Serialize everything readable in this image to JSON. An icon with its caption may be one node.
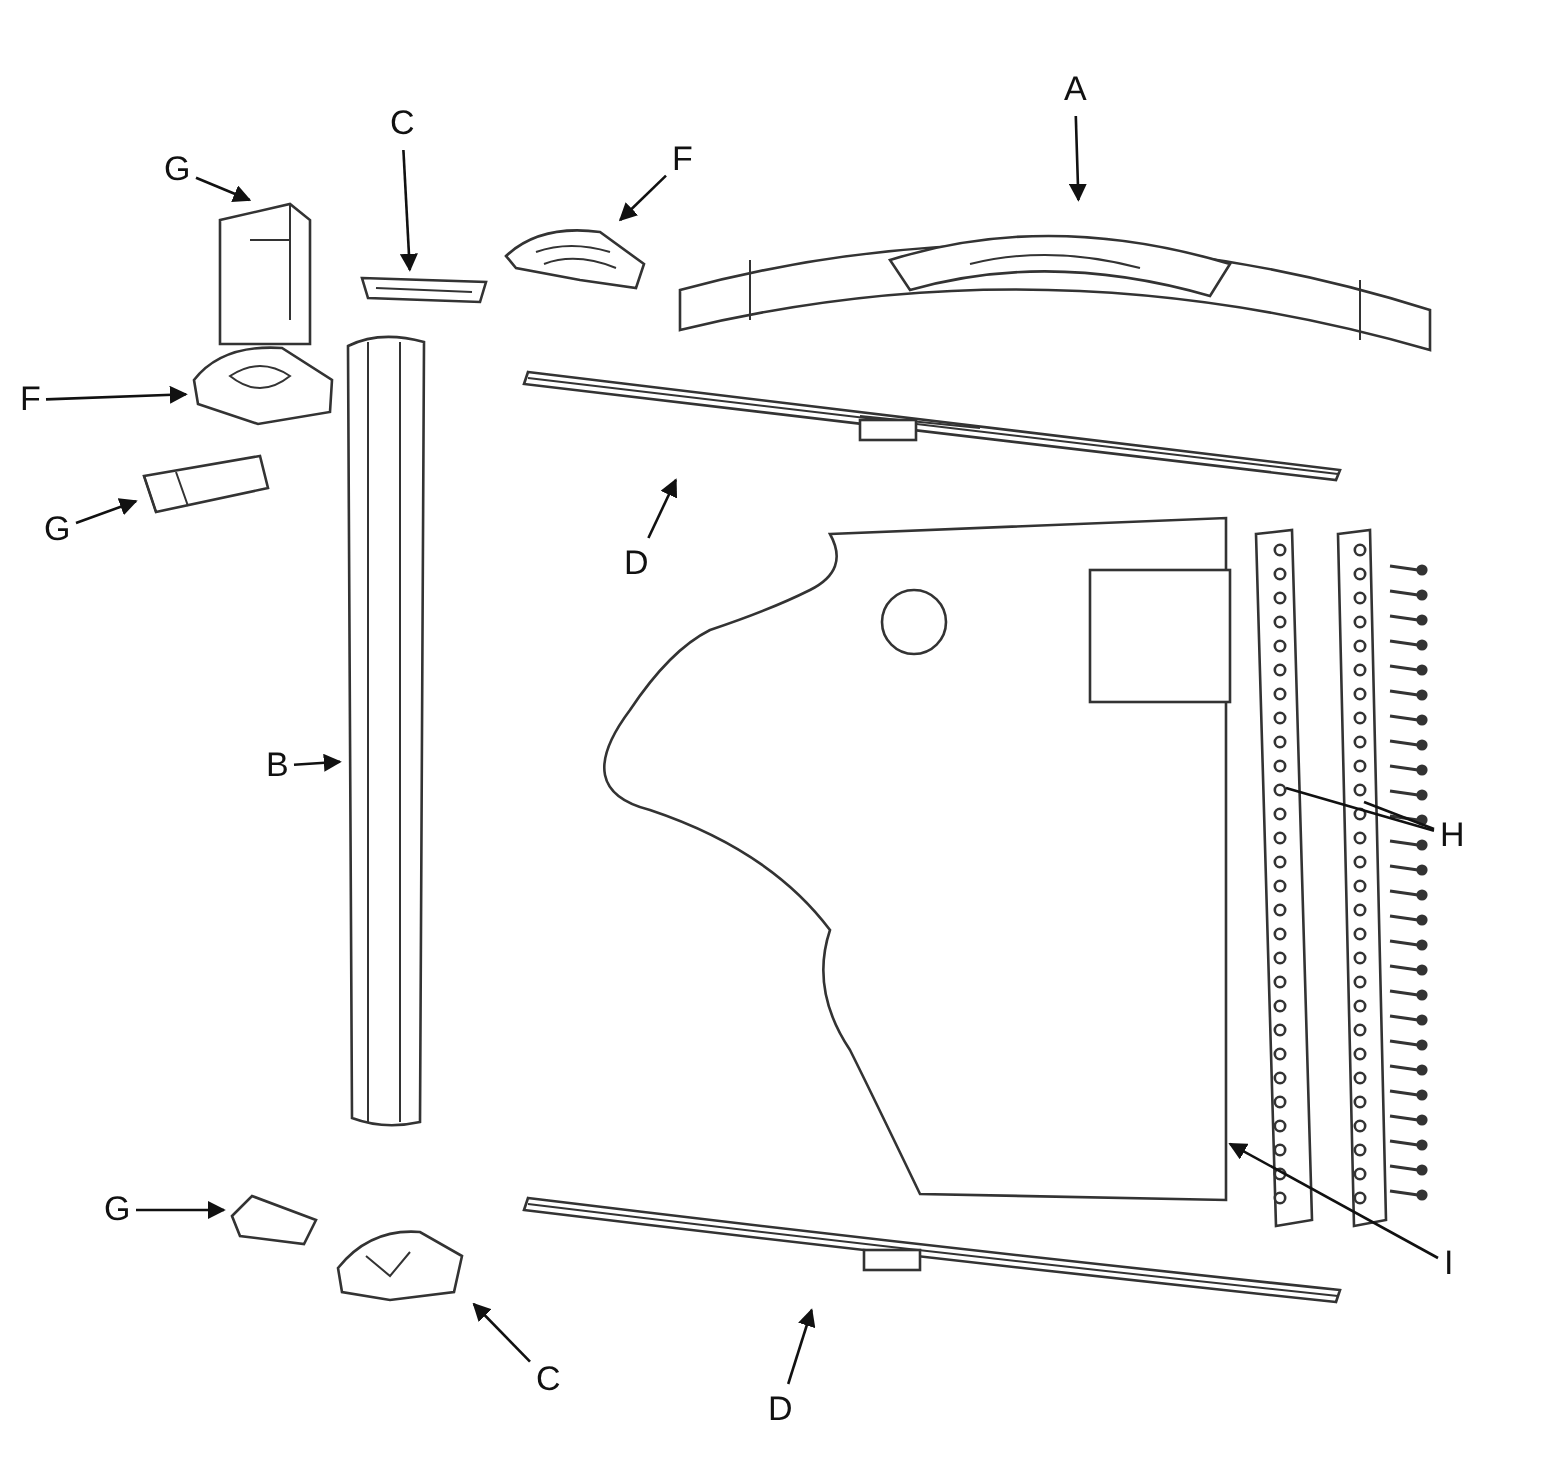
{
  "diagram": {
    "nodes": [
      {
        "text": [
          "A"
        ]
      },
      {
        "text": [],
        "shape": "picture"
      },
      {
        "text": [
          "C"
        ]
      },
      {
        "text": [],
        "shape": "picture"
      },
      {
        "text": [
          "F"
        ]
      },
      {
        "text": [],
        "shape": "picture"
      },
      {
        "text": [
          "G"
        ]
      },
      {
        "text": [],
        "shape": "picture"
      },
      {
        "text": [
          "F"
        ]
      },
      {
        "text": [],
        "shape": "picture"
      },
      {
        "text": [
          "G"
        ]
      },
      {
        "text": [],
        "shape": "picture"
      },
      {
        "text": [
          "B"
        ]
      },
      {
        "text": [],
        "shape": "picture"
      },
      {
        "text": [
          "D"
        ]
      },
      {
        "text": [],
        "shape": "picture"
      },
      {
        "text": [],
        "shape": "picture"
      },
      {
        "text": [],
        "shape": "picture"
      },
      {
        "text": [
          "H"
        ]
      },
      {
        "text": [
          "I"
        ]
      },
      {
        "text": [
          "G"
        ]
      },
      {
        "text": [],
        "shape": "picture"
      },
      {
        "text": [],
        "shape": "picture"
      },
      {
        "text": [
          "C"
        ]
      },
      {
        "text": [],
        "shape": "picture"
      },
      {
        "text": [
          "D"
        ]
      }
    ],
    "edges": [
      {
        "from": 0,
        "to": 1,
        "arrow": "to"
      },
      {
        "from": 2,
        "to": 3,
        "arrow": "to"
      },
      {
        "from": 4,
        "to": 5,
        "arrow": "to"
      },
      {
        "from": 6,
        "to": 7,
        "arrow": "to"
      },
      {
        "from": 8,
        "to": 9,
        "arrow": "to"
      },
      {
        "from": 10,
        "to": 11,
        "arrow": "to"
      },
      {
        "from": 12,
        "to": 13,
        "arrow": "to"
      },
      {
        "from": 14,
        "to": 15,
        "arrow": "to"
      },
      {
        "from": 18,
        "to": 17,
        "arrow": "none"
      },
      {
        "from": 18,
        "to": 17,
        "arrow": "none"
      },
      {
        "from": 19,
        "to": 16,
        "arrow": "to"
      },
      {
        "from": 20,
        "to": 21,
        "arrow": "to"
      },
      {
        "from": 23,
        "to": 22,
        "arrow": "to"
      },
      {
        "from": 25,
        "to": 24,
        "arrow": "to"
      }
    ]
  }
}
